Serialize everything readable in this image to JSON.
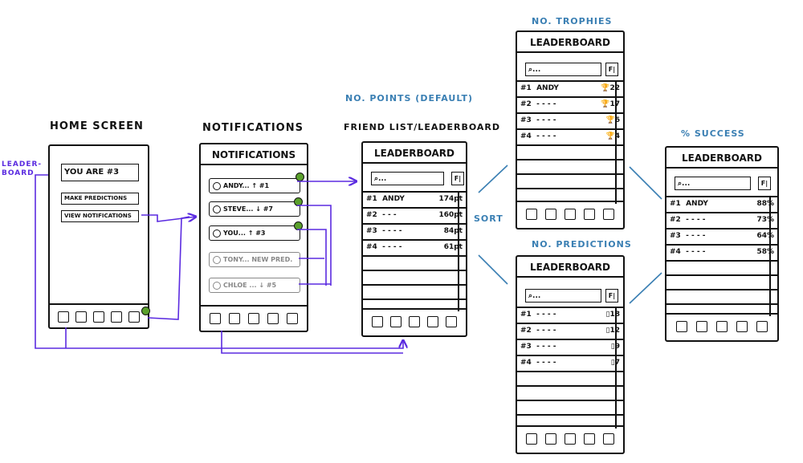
{
  "labels": {
    "home_screen": "HOME SCREEN",
    "notifications": "NOTIFICATIONS",
    "friend_list": "FRIEND LIST/LEADERBOARD",
    "no_points": "NO. POINTS (DEFAULT)",
    "no_trophies": "NO. TROPHIES",
    "no_predictions": "NO. PREDICTIONS",
    "pct_success": "% SUCCESS",
    "sort": "SORT",
    "leaderboard_note": "LEADER-\nBOARD"
  },
  "home": {
    "rank_box": "YOU ARE #3",
    "make_predictions": "MAKE PREDICTIONS",
    "view_notifications": "VIEW NOTIFICATIONS"
  },
  "notifications_screen": {
    "title": "NOTIFICATIONS",
    "items": [
      "ANDY... ↑ #1",
      "STEVE... ↓ #7",
      "YOU... ↑ #3",
      "TONY... NEW PRED.",
      "CHLOE ... ↓ #5"
    ]
  },
  "leaderboard_title": "LEADERBOARD",
  "search_placeholder": "⌕...",
  "filter_glyph": "F|",
  "points_rows": [
    {
      "rank": "#1",
      "name": "ANDY",
      "value": "174pt"
    },
    {
      "rank": "#2",
      "name": "- - -",
      "value": "160pt"
    },
    {
      "rank": "#3",
      "name": "- - - -",
      "value": "84pt"
    },
    {
      "rank": "#4",
      "name": "- - - -",
      "value": "61pt"
    }
  ],
  "trophy_rows": [
    {
      "rank": "#1",
      "name": "ANDY",
      "value": "🏆22"
    },
    {
      "rank": "#2",
      "name": "- - - -",
      "value": "🏆17"
    },
    {
      "rank": "#3",
      "name": "- - - -",
      "value": "🏆6"
    },
    {
      "rank": "#4",
      "name": "- - - -",
      "value": "🏆4"
    }
  ],
  "prediction_rows": [
    {
      "rank": "#1",
      "name": "- - - -",
      "value": "▯18"
    },
    {
      "rank": "#2",
      "name": "- - - -",
      "value": "▯12"
    },
    {
      "rank": "#3",
      "name": "- - - -",
      "value": "▯9"
    },
    {
      "rank": "#4",
      "name": "- - - -",
      "value": "▯7"
    }
  ],
  "success_rows": [
    {
      "rank": "#1",
      "name": "ANDY",
      "value": "88%"
    },
    {
      "rank": "#2",
      "name": "- - - -",
      "value": "73%"
    },
    {
      "rank": "#3",
      "name": "- - - -",
      "value": "64%"
    },
    {
      "rank": "#4",
      "name": "- - - -",
      "value": "58%"
    }
  ],
  "colors": {
    "ink": "#111111",
    "arrow": "#5b2be0",
    "caption": "#3a7fb3",
    "badge": "#5aa02c",
    "muted": "#888888"
  }
}
